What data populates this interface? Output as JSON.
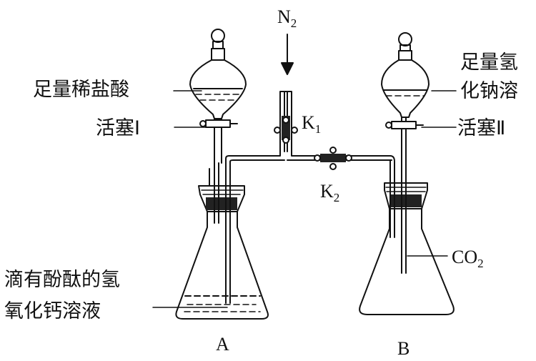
{
  "labels": {
    "n2": {
      "main": "N",
      "sub": "2"
    },
    "acid": "足量稀盐酸",
    "valve1": "活塞Ⅰ",
    "k1": {
      "main": "K",
      "sub": "1"
    },
    "naoh_line1": "足量氢",
    "naoh_line2": "化钠溶",
    "valve2": "活塞Ⅱ",
    "k2": {
      "main": "K",
      "sub": "2"
    },
    "co2": {
      "main": "CO",
      "sub": "2"
    },
    "indicator_line1": "滴有酚酞的氢",
    "indicator_line2": "氧化钙溶液",
    "flask_a": "A",
    "flask_b": "B"
  }
}
